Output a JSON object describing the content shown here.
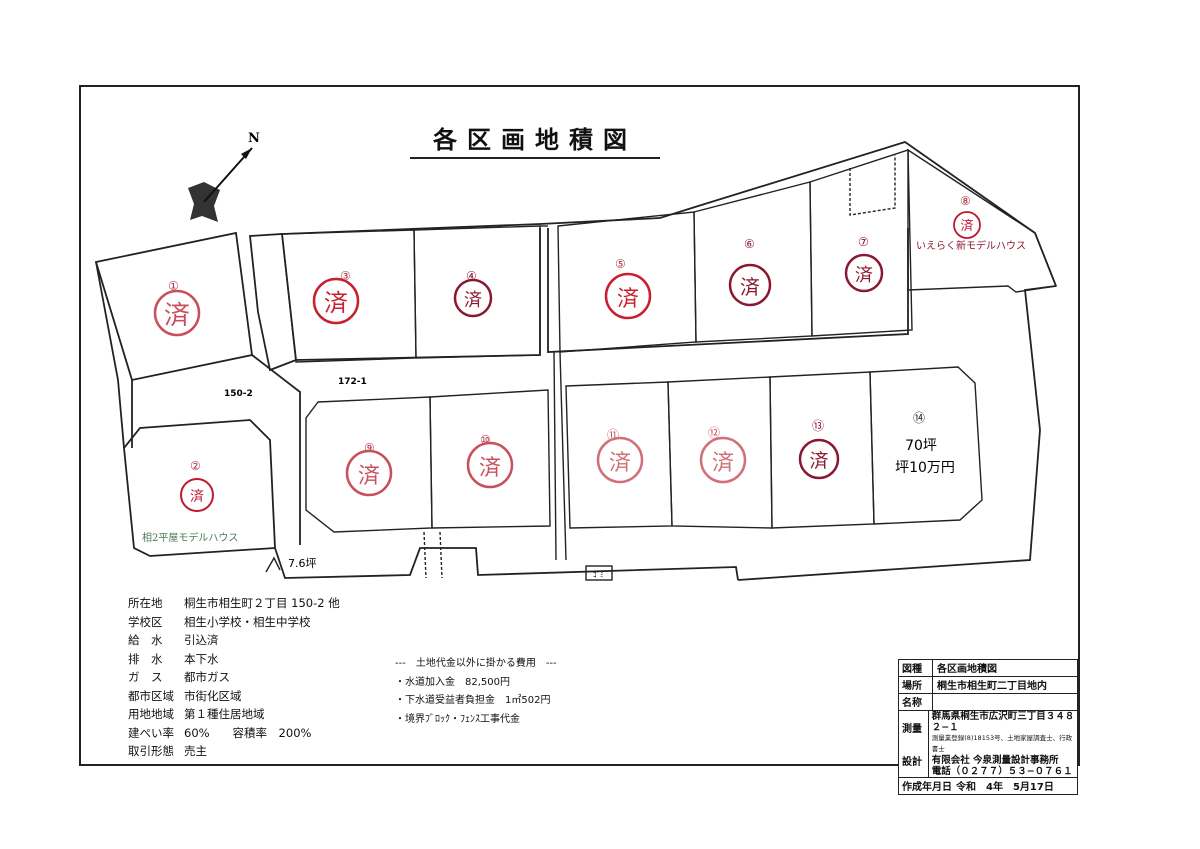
{
  "title": "各区画地積図",
  "north": "N",
  "lots": [
    {
      "num": "①",
      "status": "済"
    },
    {
      "num": "②",
      "status": "済"
    },
    {
      "num": "③",
      "status": "済"
    },
    {
      "num": "④",
      "status": "済"
    },
    {
      "num": "⑤",
      "status": "済"
    },
    {
      "num": "⑥",
      "status": "済"
    },
    {
      "num": "⑦",
      "status": "済"
    },
    {
      "num": "⑧",
      "status": "済"
    },
    {
      "num": "⑨",
      "status": "済"
    },
    {
      "num": "⑩",
      "status": "済"
    },
    {
      "num": "⑪",
      "status": "済"
    },
    {
      "num": "⑫",
      "status": "済"
    },
    {
      "num": "⑬",
      "status": "済"
    },
    {
      "num": "⑭",
      "area": "70坪",
      "price": "坪10万円"
    }
  ],
  "labels": {
    "model_house_8": "いえらく新モデルハウス",
    "model_house_2": "相2平屋モデルハウス",
    "road_a": "150-2",
    "road_b": "172-1",
    "corner_area": "7.6坪",
    "gomi": "ｺﾞﾐ"
  },
  "info": [
    {
      "k": "所在地",
      "v": "桐生市相生町２丁目 150-2 他"
    },
    {
      "k": "学校区",
      "v": "相生小学校・相生中学校"
    },
    {
      "k": "給　水",
      "v": "引込済"
    },
    {
      "k": "排　水",
      "v": "本下水"
    },
    {
      "k": "ガ　ス",
      "v": "都市ガス"
    },
    {
      "k": "都市区域",
      "v": "市街化区域"
    },
    {
      "k": "用地地域",
      "v": "第１種住居地域"
    },
    {
      "k": "建ぺい率",
      "v": "60%　　容積率　200%"
    },
    {
      "k": "取引形態",
      "v": "売主"
    }
  ],
  "costs": {
    "header": "---　土地代金以外に掛かる費用　---",
    "items": [
      "・水道加入金　82,500円",
      "・下水道受益者負担金　1㎡502円",
      "・境界ﾌﾞﾛｯｸ・ﾌｪﾝｽ工事代金"
    ]
  },
  "title_block": {
    "zushu_label": "図種",
    "zushu_value": "各区画地積図",
    "basho_label": "場所",
    "basho_value": "桐生市相生町二丁目地内",
    "meisho_label": "名称",
    "meisho_value": "",
    "sokuryo_label": "測量",
    "sekkei_label": "設計",
    "address": "群馬県桐生市広沢町三丁目３４８２−１",
    "reg": "測量業登録(8)18153号、土地家屋調査士、行政書士",
    "company": "有限会社 今泉測量設計事務所",
    "tel": "電話（０２７７）５３−０７６１",
    "date_label": "作成年月日",
    "date_value": "令和　4年　5月17日"
  }
}
